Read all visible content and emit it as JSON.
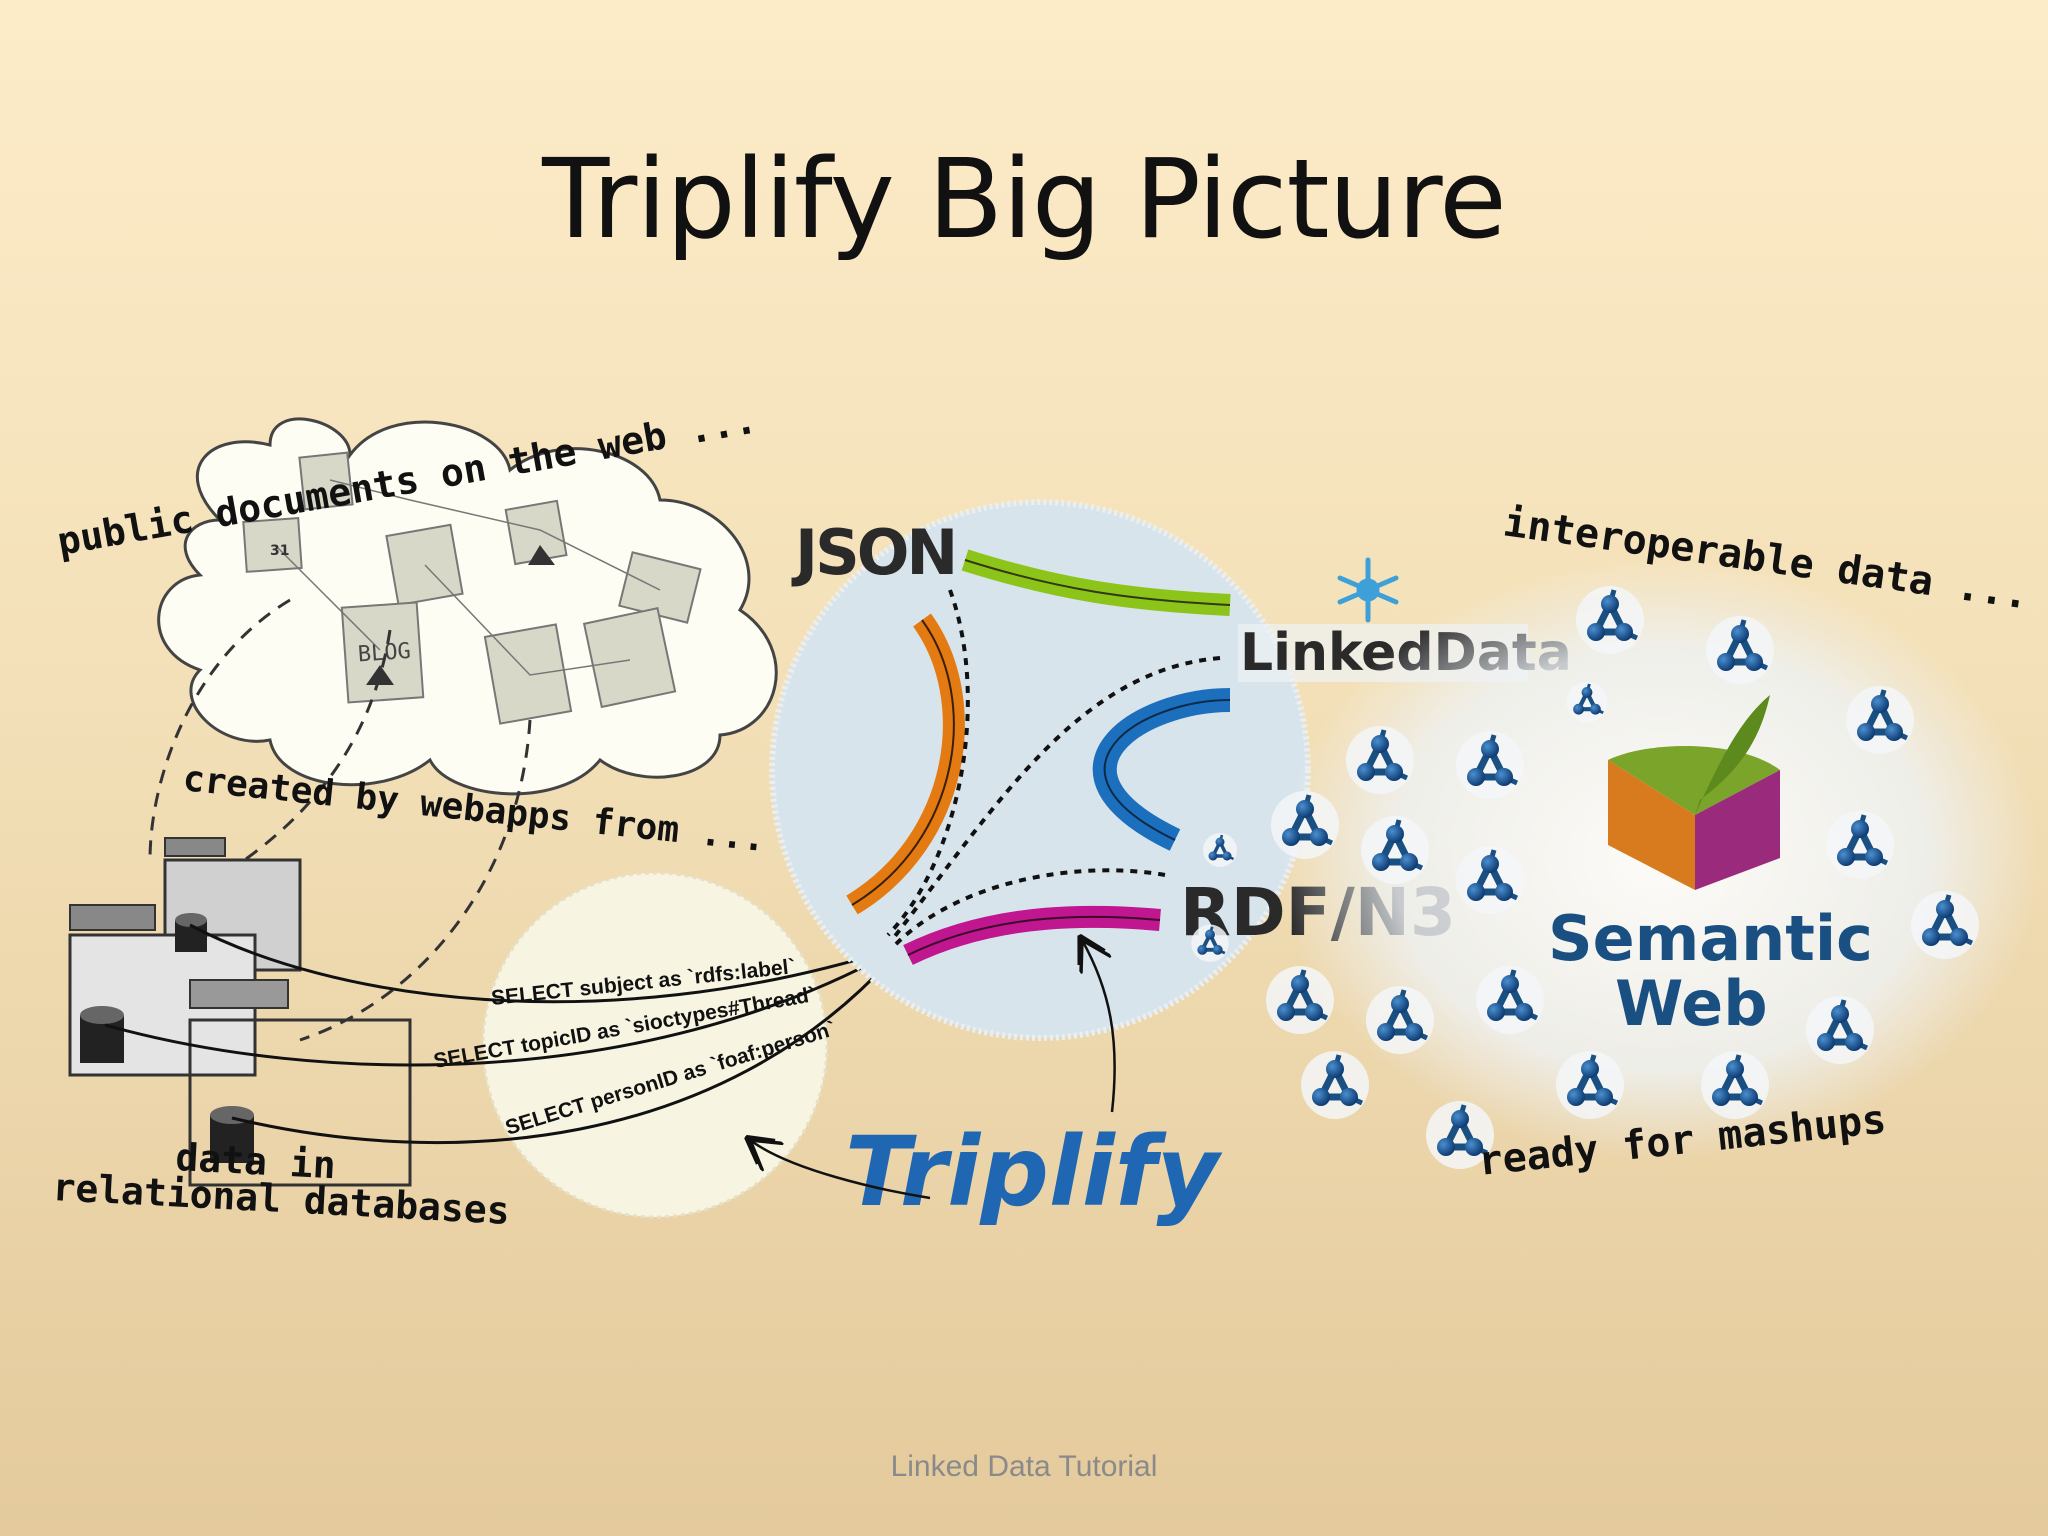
{
  "slide": {
    "title": "Triplify Big Picture",
    "footer": "Linked Data Tutorial"
  },
  "cloud": {
    "label": "public documents on the web ...",
    "doc_labels": [
      "31",
      "BLOG"
    ]
  },
  "webapps_label": "created by webapps from ...",
  "database": {
    "label_line1": "data in",
    "label_line2": "relational databases"
  },
  "sql_queries": [
    "SELECT subject as `rdfs:label`",
    "SELECT topicID as `sioctypes#Thread`",
    "SELECT personID as `foaf:person`"
  ],
  "formats": {
    "json": "JSON",
    "linked_data": "LinkedData",
    "rdf": "RDF/N3"
  },
  "triplify_logo": "Triplify",
  "semantic_web": {
    "top_label": "interoperable data ...",
    "logo_line1": "Semantic",
    "logo_line2": "Web",
    "bottom_label": "ready for mashups"
  },
  "colors": {
    "green_arc": "#8cc41a",
    "orange_arc": "#e37a12",
    "blue_arc": "#1c6fbd",
    "magenta_arc": "#c0168f",
    "triplify_blue": "#1f67b3",
    "semantic_web_blue": "#1a4f82",
    "cube_green": "#7aa52a",
    "cube_orange": "#d87a1e",
    "cube_purple": "#9a2a7c"
  }
}
